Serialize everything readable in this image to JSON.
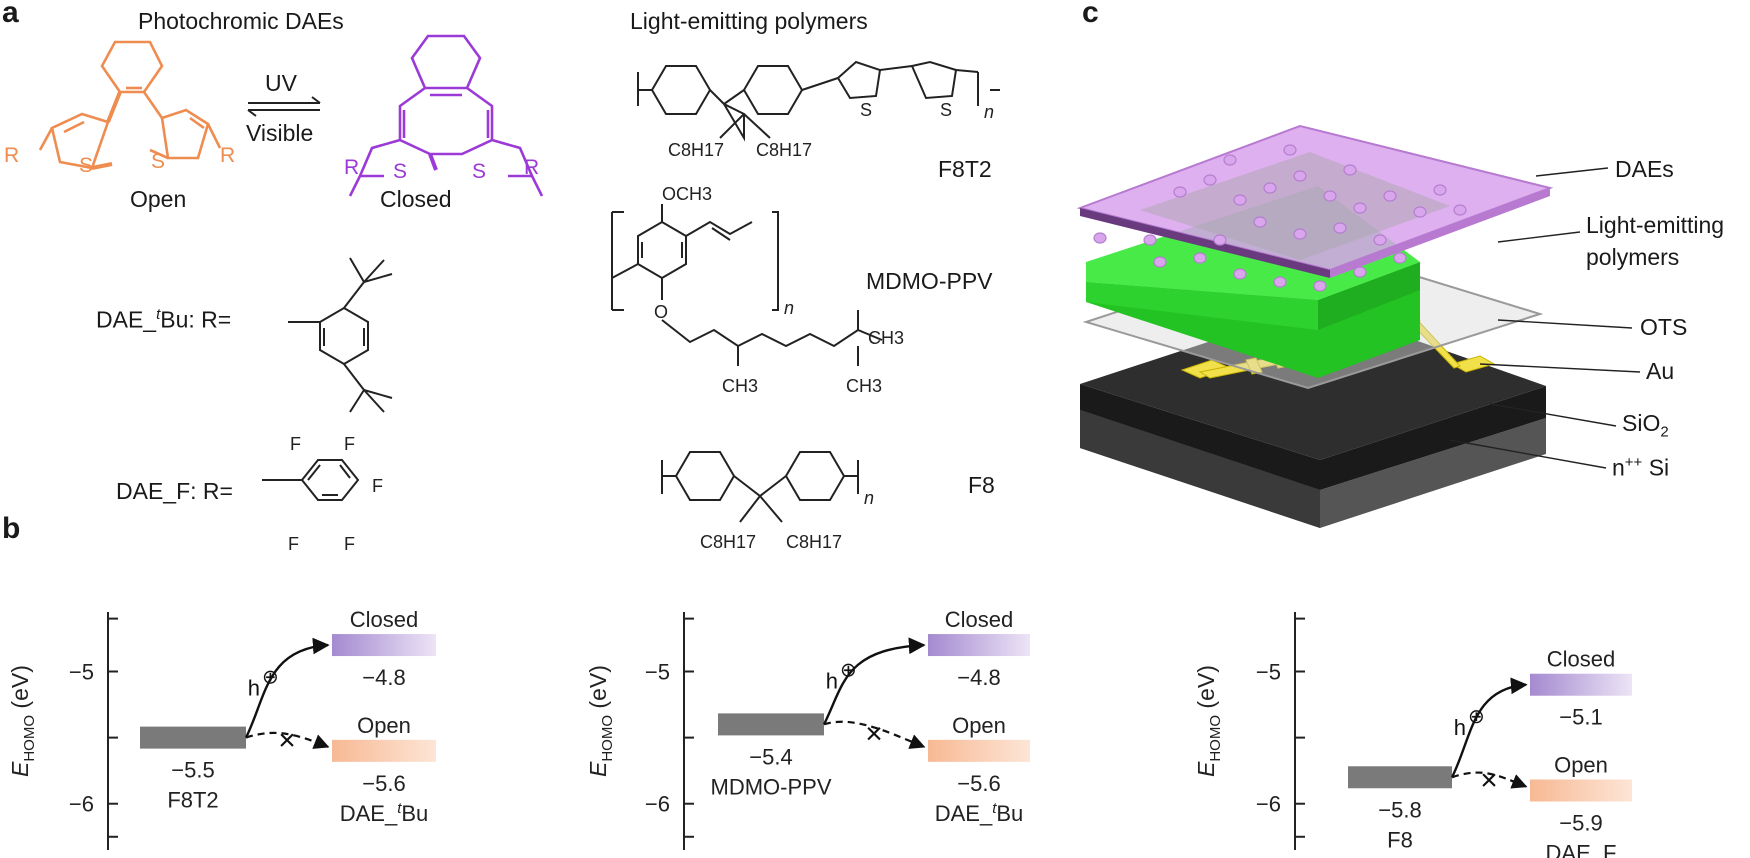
{
  "panels": {
    "a": "a",
    "b": "b",
    "c": "c"
  },
  "panel_a": {
    "title_left": "Photochromic DAEs",
    "title_right": "Light-emitting polymers",
    "uv": "UV",
    "visible": "Visible",
    "open": "Open",
    "closed": "Closed",
    "dae_tbu_prefix": "DAE_",
    "dae_tbu_sup": "t",
    "dae_tbu_suffix": "Bu: R=",
    "dae_f": "DAE_F: R=",
    "atom_S": "S",
    "atom_R": "R",
    "atom_F": "F",
    "ome": "OCH3",
    "ch3": "CH3",
    "c8h17": "C8H17",
    "n": "n",
    "polymer_f8t2": "F8T2",
    "polymer_mdmo": "MDMO-PPV",
    "polymer_f8": "F8"
  },
  "panel_c": {
    "layers": [
      "DAEs",
      "Light-emitting polymers",
      "OTS",
      "Au",
      "SiO2",
      "n++ Si"
    ],
    "label_daes": "DAEs",
    "label_lep1": "Light-emitting",
    "label_lep2": "polymers",
    "label_ots": "OTS",
    "label_au": "Au",
    "label_sio2": "SiO",
    "label_sio2_sub": "2",
    "label_nsi_n": "n",
    "label_nsi_sup": "++",
    "label_nsi_si": " Si",
    "colors": {
      "dae": "#d39be6",
      "polymer": "#3ee63e",
      "ots": "#b8b8b8",
      "au": "#f2e04a",
      "substrate": "#2b2b2b"
    }
  },
  "panel_b": {
    "ylabel_E": "E",
    "ylabel_sub": "HOMO",
    "ylabel_unit": " (eV)",
    "hole": "h",
    "plus_symbol": "⊕",
    "cross": "×",
    "colors": {
      "polymer": "#7a7a7a",
      "closed": "#b9a3d9",
      "open": "#f6c6a6"
    }
  },
  "chart_data": [
    {
      "type": "energy-level",
      "y_ticks": [
        -5,
        -6
      ],
      "y_tick_labels": [
        "−5",
        "−6"
      ],
      "ylim": [
        -6.35,
        -4.55
      ],
      "levels": [
        {
          "name": "F8T2",
          "value": -5.5,
          "value_label": "−5.5",
          "role": "polymer"
        },
        {
          "name": "Closed",
          "value": -4.8,
          "value_label": "−4.8",
          "role": "closed"
        },
        {
          "name": "Open",
          "value": -5.6,
          "value_label": "−5.6",
          "role": "open"
        }
      ],
      "dae_label": "DAE_tBu"
    },
    {
      "type": "energy-level",
      "y_ticks": [
        -5,
        -6
      ],
      "y_tick_labels": [
        "−5",
        "−6"
      ],
      "ylim": [
        -6.35,
        -4.55
      ],
      "levels": [
        {
          "name": "MDMO-PPV",
          "value": -5.4,
          "value_label": "−5.4",
          "role": "polymer"
        },
        {
          "name": "Closed",
          "value": -4.8,
          "value_label": "−4.8",
          "role": "closed"
        },
        {
          "name": "Open",
          "value": -5.6,
          "value_label": "−5.6",
          "role": "open"
        }
      ],
      "dae_label": "DAE_tBu"
    },
    {
      "type": "energy-level",
      "y_ticks": [
        -5,
        -6
      ],
      "y_tick_labels": [
        "−5",
        "−6"
      ],
      "ylim": [
        -6.35,
        -4.55
      ],
      "levels": [
        {
          "name": "F8",
          "value": -5.8,
          "value_label": "−5.8",
          "role": "polymer"
        },
        {
          "name": "Closed",
          "value": -5.1,
          "value_label": "−5.1",
          "role": "closed"
        },
        {
          "name": "Open",
          "value": -5.9,
          "value_label": "−5.9",
          "role": "open"
        }
      ],
      "dae_label": "DAE_F"
    }
  ]
}
